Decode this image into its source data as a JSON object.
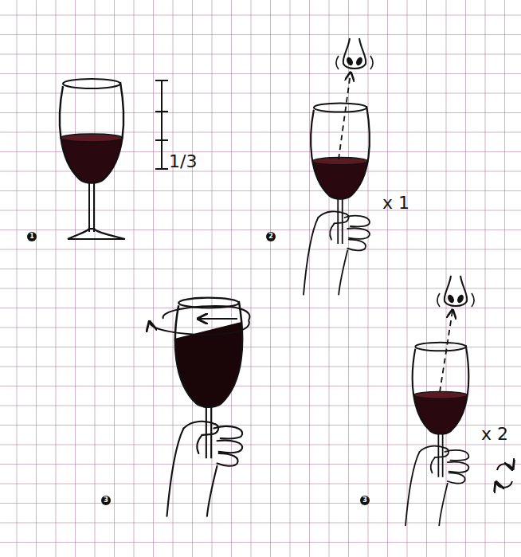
{
  "diagram": {
    "labels": [
      "1/3",
      "1",
      "x 1",
      "2",
      "3",
      "x 2",
      "3"
    ]
  }
}
